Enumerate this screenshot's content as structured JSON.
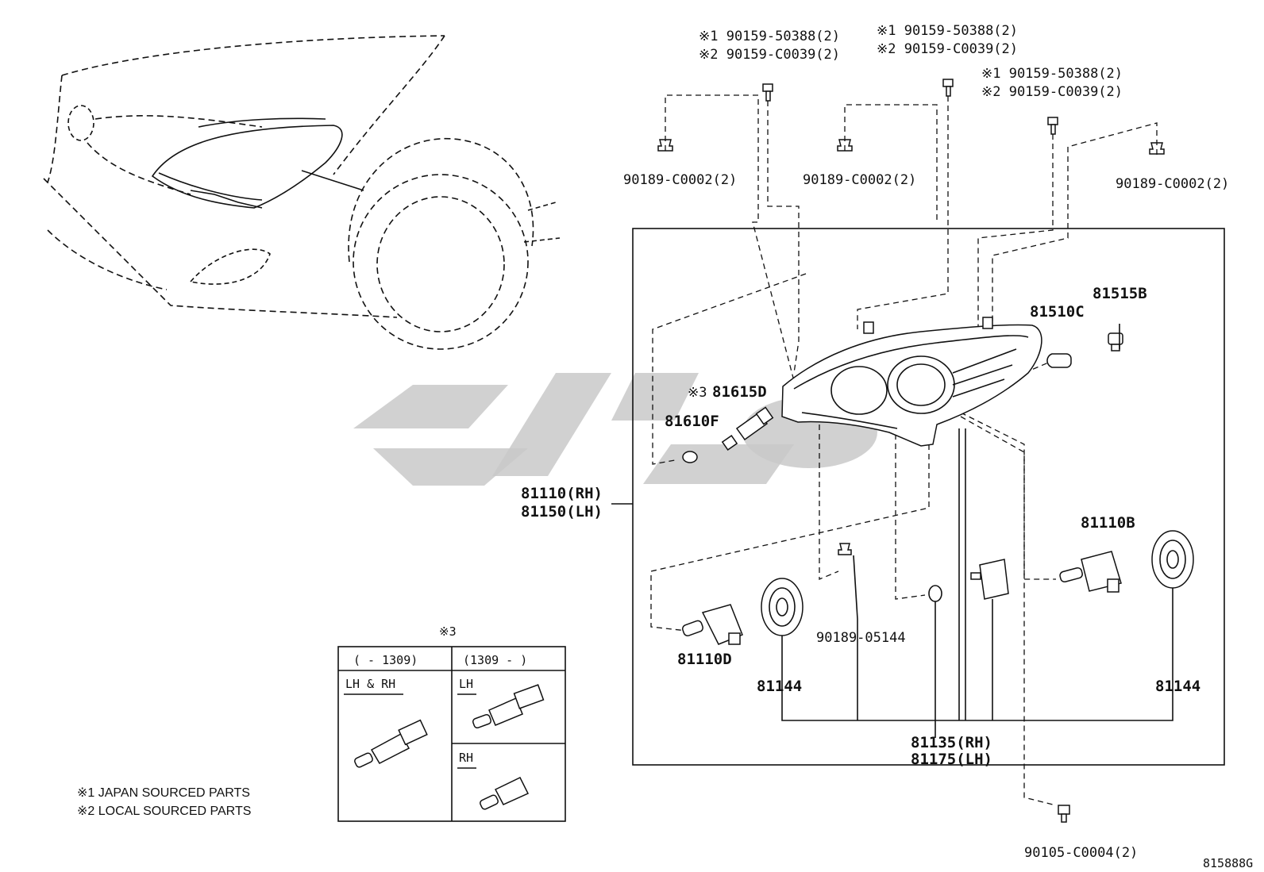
{
  "diagram_code": "815888G",
  "fastener_labels": {
    "top_left": {
      "line1": "※1 90159-50388(2)",
      "line2": "※2 90159-C0039(2)"
    },
    "top_mid": {
      "line1": "※1 90159-50388(2)",
      "line2": "※2 90159-C0039(2)"
    },
    "top_right": {
      "line1": "※1 90159-50388(2)",
      "line2": "※2 90159-C0039(2)"
    },
    "clip_a": "90189-C0002(2)",
    "clip_b": "90189-C0002(2)",
    "clip_c": "90189-C0002(2)",
    "bottom_screw": "90105-C0004(2)"
  },
  "parts": {
    "p81515B": "81515B",
    "p81510C": "81510C",
    "p81615D_prefix": "※3",
    "p81615D": "81615D",
    "p81610F": "81610F",
    "assembly_rh": "81110(RH)",
    "assembly_lh": "81150(LH)",
    "p81110B": "81110B",
    "p81110D": "81110D",
    "p81144_left": "81144",
    "p81144_right": "81144",
    "p90189_05144": "90189-05144",
    "p81135_rh": "81135(RH)",
    "p81175_lh": "81175(LH)"
  },
  "inset": {
    "mark": "※3",
    "col1_header": "(      - 1309)",
    "col2_header": "(1309 -      )",
    "col1_label": "LH & RH",
    "col2_top_label": "LH",
    "col2_bottom_label": "RH"
  },
  "notes": {
    "note1": "※1 JAPAN SOURCED PARTS",
    "note2": "※2 LOCAL SOURCED PARTS"
  }
}
